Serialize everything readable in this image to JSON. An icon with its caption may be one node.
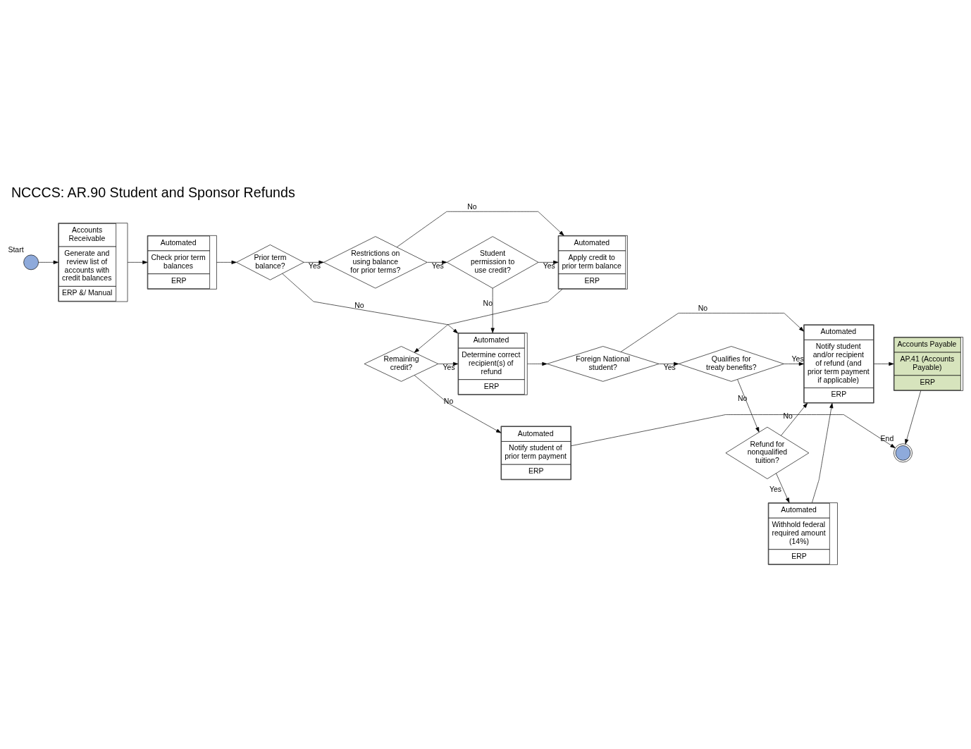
{
  "diagram": {
    "title": "NCCCS: AR.90 Student and Sponsor Refunds",
    "nodes": [
      {
        "text": [],
        "shape": "circle",
        "beside": [
          "Start"
        ]
      },
      {
        "text": [
          "Accounts Receivable",
          "Generate and review list of accounts with credit balances",
          "ERP &/ Manual"
        ]
      },
      {
        "text": [
          "Automated",
          "Check prior term balances",
          "ERP"
        ]
      },
      {
        "text": [
          "Prior term balance?"
        ]
      },
      {
        "text": [
          "Restrictions on using balance for prior terms?"
        ]
      },
      {
        "text": [
          "Student permission to use credit?"
        ]
      },
      {
        "text": [
          "Automated",
          "Apply credit to prior term balance",
          "ERP"
        ]
      },
      {
        "text": [
          "Remaining credit?"
        ]
      },
      {
        "text": [
          "Automated",
          "Determine correct recipient(s) of refund",
          "ERP"
        ]
      },
      {
        "text": [
          "Foreign National student?"
        ]
      },
      {
        "text": [
          "Qualifies for treaty benefits?"
        ]
      },
      {
        "text": [
          "Automated",
          "Notify student and/or recipient of refund (and prior term payment if applicable)",
          "ERP"
        ]
      },
      {
        "text": [
          "Accounts Payable",
          "AP.41 (Accounts Payable)",
          "ERP"
        ]
      },
      {
        "text": [
          "Refund for nonqualified tuition?"
        ]
      },
      {
        "text": [
          "Automated",
          "Withhold federal required amount (14%)",
          "ERP"
        ]
      },
      {
        "text": [
          "Automated",
          "Notify student of prior term payment",
          "ERP"
        ]
      },
      {
        "text": [],
        "shape": "circle",
        "beside": [
          "End"
        ]
      }
    ],
    "edges": [
      {
        "from": 0,
        "to": 1,
        "arrow": "to"
      },
      {
        "from": 1,
        "to": 2,
        "arrow": "to"
      },
      {
        "from": 2,
        "to": 3,
        "arrow": "to"
      },
      {
        "from": 3,
        "to": 4,
        "arrow": "to",
        "label": "Yes"
      },
      {
        "from": 4,
        "to": 5,
        "arrow": "to",
        "label": "Yes"
      },
      {
        "from": 5,
        "to": 6,
        "arrow": "to",
        "label": "Yes"
      },
      {
        "from": 4,
        "to": 6,
        "arrow": "to",
        "label": "No"
      },
      {
        "from": 3,
        "to": 8,
        "arrow": "to",
        "label": "No"
      },
      {
        "from": 5,
        "to": 8,
        "arrow": "to",
        "label": "No"
      },
      {
        "from": 6,
        "to": 7,
        "arrow": "to"
      },
      {
        "from": 7,
        "to": 8,
        "arrow": "to",
        "label": "Yes"
      },
      {
        "from": 7,
        "to": 15,
        "arrow": "to",
        "label": "No"
      },
      {
        "from": 8,
        "to": 9,
        "arrow": "to"
      },
      {
        "from": 9,
        "to": 10,
        "arrow": "to",
        "label": "Yes"
      },
      {
        "from": 9,
        "to": 11,
        "arrow": "to",
        "label": "No"
      },
      {
        "from": 10,
        "to": 11,
        "arrow": "to",
        "label": "Yes"
      },
      {
        "from": 10,
        "to": 13,
        "arrow": "to",
        "label": "No"
      },
      {
        "from": 13,
        "to": 11,
        "arrow": "to",
        "label": "No"
      },
      {
        "from": 13,
        "to": 14,
        "arrow": "to",
        "label": "Yes"
      },
      {
        "from": 14,
        "to": 11,
        "arrow": "to"
      },
      {
        "from": 11,
        "to": 12,
        "arrow": "to"
      },
      {
        "from": 12,
        "to": 16,
        "arrow": "to"
      },
      {
        "from": 15,
        "to": 16,
        "arrow": "to"
      }
    ]
  }
}
